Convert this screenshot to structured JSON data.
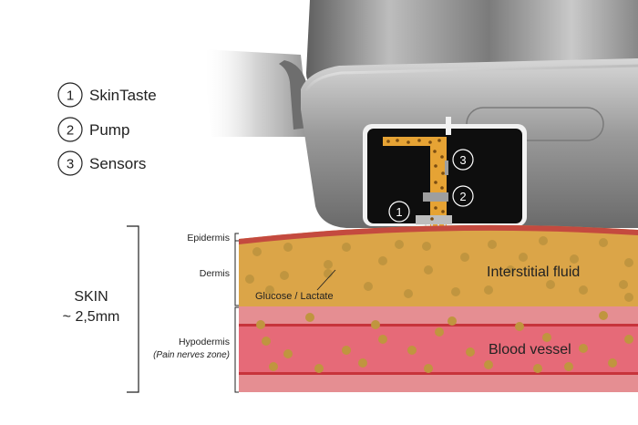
{
  "legend": {
    "items": [
      {
        "number": "1",
        "label": "SkinTaste"
      },
      {
        "number": "2",
        "label": "Pump"
      },
      {
        "number": "3",
        "label": "Sensors"
      }
    ]
  },
  "device": {
    "markers": [
      {
        "number": "1"
      },
      {
        "number": "2"
      },
      {
        "number": "3"
      }
    ]
  },
  "skin": {
    "title": "SKIN",
    "thickness": "~ 2,5mm",
    "layers": {
      "epidermis": "Epidermis",
      "dermis": "Dermis",
      "hypodermis": "Hypodermis",
      "hypodermis_note": "(Pain nerves zone)"
    }
  },
  "annotations": {
    "glucose": "Glucose / Lactate",
    "interstitial": "Interstitial fluid",
    "blood": "Blood vessel"
  },
  "colors": {
    "epidermis": "#c44a3f",
    "dermis": "#dba548",
    "hypodermis": "#e58e92",
    "blood_vessel": "#e66a78",
    "vessel_line": "#c7343b",
    "particle": "#c0953f",
    "device_metal": "#8d8d8d",
    "window": "#0e0e0e",
    "channel": "#e6a334"
  }
}
